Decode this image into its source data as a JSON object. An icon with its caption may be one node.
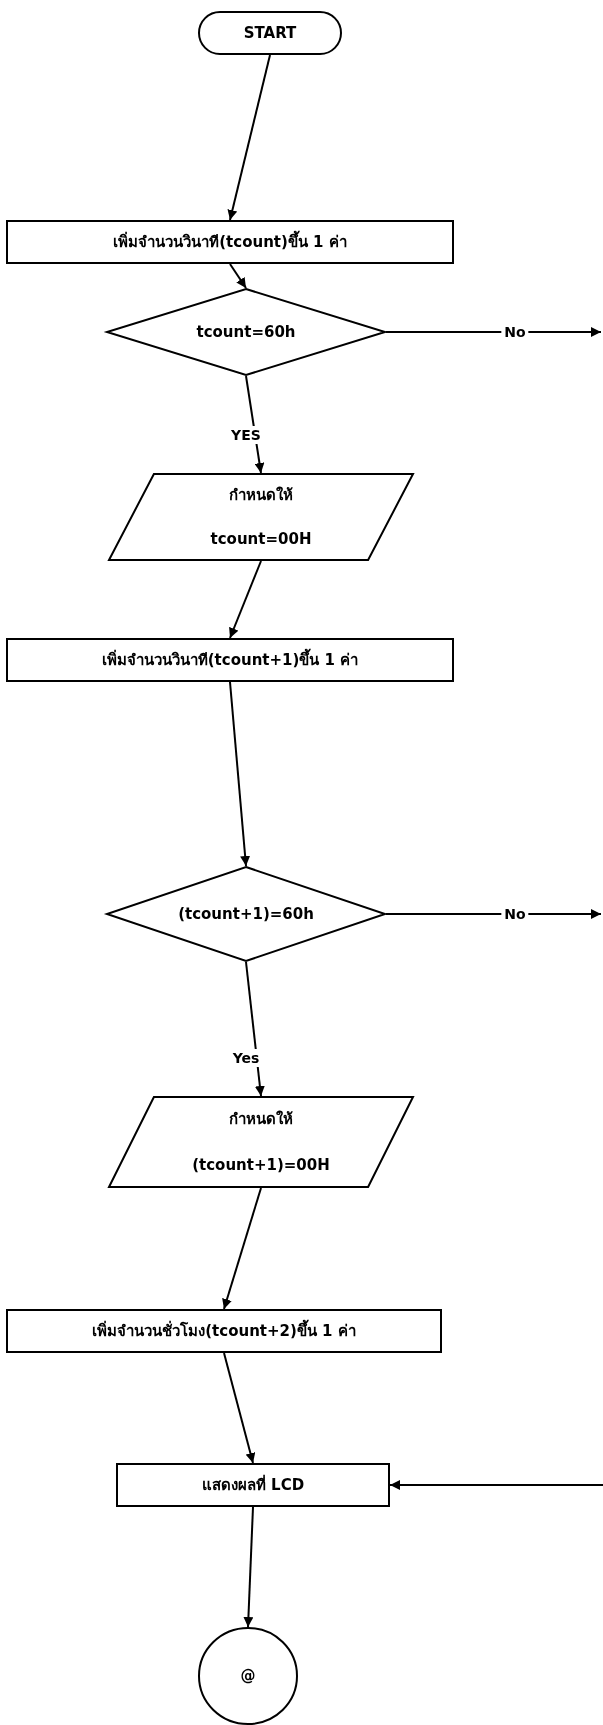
{
  "diagram": {
    "nodes": [
      {
        "text": [
          "START"
        ]
      },
      {
        "text": [
          "เพิ่มจำนวนวินาที(tcount)ขึ้น 1 ค่า"
        ]
      },
      {
        "text": [
          "tcount=60h"
        ]
      },
      {
        "text": [
          "กำหนดให้",
          "tcount=00H"
        ]
      },
      {
        "text": [
          "เพิ่มจำนวนวินาที(tcount+1)ขึ้น 1 ค่า"
        ]
      },
      {
        "text": [
          "(tcount+1)=60h"
        ]
      },
      {
        "text": [
          "กำหนดให้",
          "(tcount+1)=00H"
        ]
      },
      {
        "text": [
          "เพิ่มจำนวนชั่วโมง(tcount+2)ขึ้น 1 ค่า"
        ]
      },
      {
        "text": [
          "แสดงผลที่ LCD"
        ]
      },
      {
        "text": [
          "@"
        ]
      }
    ],
    "edges": [
      {
        "from": 0,
        "to": 1,
        "arrow": "to"
      },
      {
        "from": 1,
        "to": 2,
        "arrow": "to"
      },
      {
        "from": 2,
        "to": null,
        "arrow": "to",
        "label": "No"
      },
      {
        "from": 2,
        "to": 3,
        "arrow": "to",
        "label": "YES"
      },
      {
        "from": 3,
        "to": 4,
        "arrow": "to"
      },
      {
        "from": 4,
        "to": 5,
        "arrow": "to"
      },
      {
        "from": 5,
        "to": null,
        "arrow": "to",
        "label": "No"
      },
      {
        "from": 5,
        "to": 6,
        "arrow": "to",
        "label": "Yes"
      },
      {
        "from": 6,
        "to": 7,
        "arrow": "to"
      },
      {
        "from": 7,
        "to": 8,
        "arrow": "to"
      },
      {
        "from": null,
        "to": 8,
        "arrow": "to"
      },
      {
        "from": 8,
        "to": 9,
        "arrow": "to"
      }
    ]
  }
}
